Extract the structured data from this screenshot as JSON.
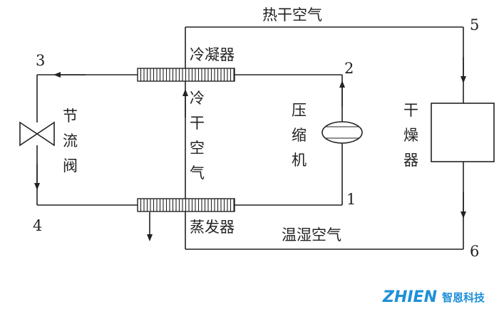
{
  "labels": {
    "hot_dry_air": "热干空气",
    "condenser": "冷凝器",
    "evaporator": "蒸发器",
    "humid_air": "温湿空气",
    "throttle_valve": [
      "节",
      "流",
      "阀"
    ],
    "cold_dry_air": [
      "冷",
      "干",
      "空",
      "气"
    ],
    "compressor": [
      "压",
      "缩",
      "机"
    ],
    "dryer": [
      "干",
      "燥",
      "器"
    ]
  },
  "nodes": {
    "n1": "1",
    "n2": "2",
    "n3": "3",
    "n4": "4",
    "n5": "5",
    "n6": "6"
  },
  "logo": {
    "brand": "ZHIEN",
    "name": "智恩科技"
  },
  "colors": {
    "line": "#222222",
    "logo": "#1e8fd8"
  }
}
